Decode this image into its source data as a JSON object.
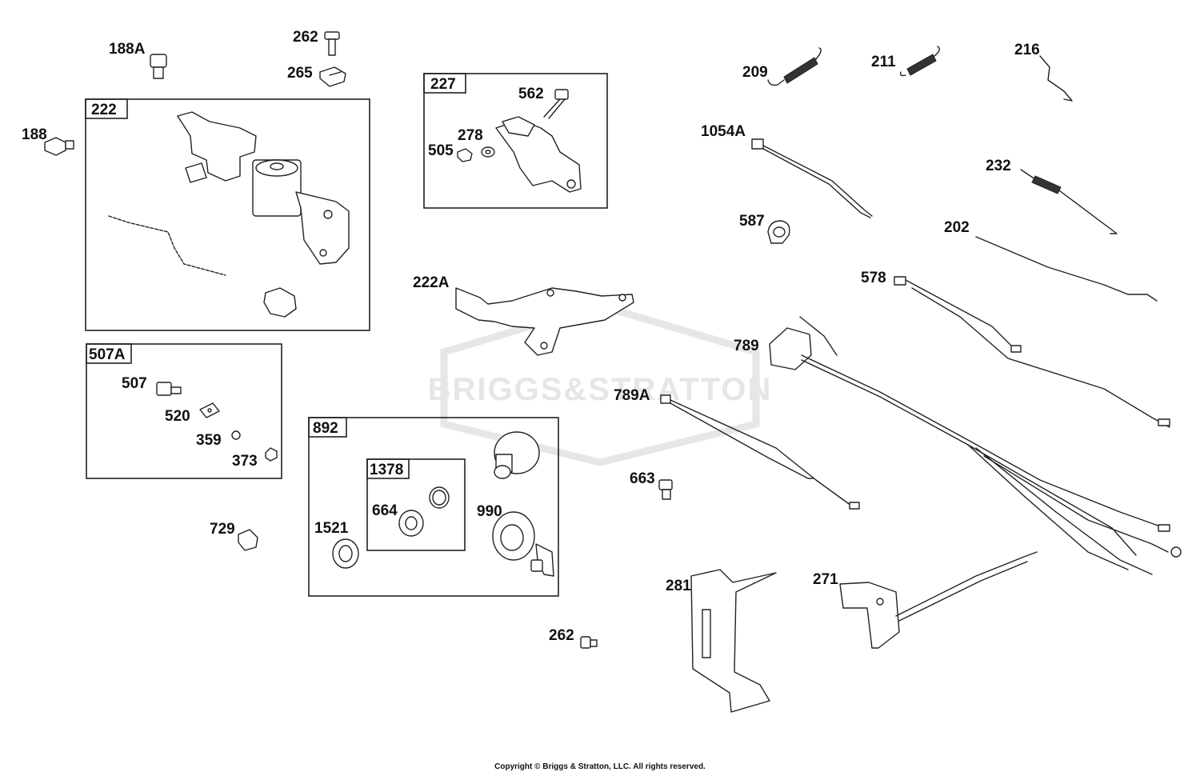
{
  "watermark": {
    "text": "BRIGGS&STRATTON"
  },
  "boxes": [
    {
      "id": "222",
      "label": "222"
    },
    {
      "id": "227",
      "label": "227"
    },
    {
      "id": "507A",
      "label": "507A"
    },
    {
      "id": "892",
      "label": "892"
    },
    {
      "id": "1378",
      "label": "1378"
    }
  ],
  "callouts": {
    "c188A": "188A",
    "c262a": "262",
    "c265": "265",
    "c188": "188",
    "c562": "562",
    "c278": "278",
    "c505": "505",
    "c222A": "222A",
    "c507": "507",
    "c520": "520",
    "c359": "359",
    "c373": "373",
    "c729": "729",
    "c1521": "1521",
    "c664": "664",
    "c990": "990",
    "c262b": "262",
    "c209": "209",
    "c211": "211",
    "c216": "216",
    "c1054A": "1054A",
    "c232": "232",
    "c587": "587",
    "c202": "202",
    "c578": "578",
    "c789": "789",
    "c789A": "789A",
    "c663": "663",
    "c281": "281",
    "c271": "271"
  },
  "copyright": "Copyright © Briggs & Stratton, LLC. All rights reserved."
}
